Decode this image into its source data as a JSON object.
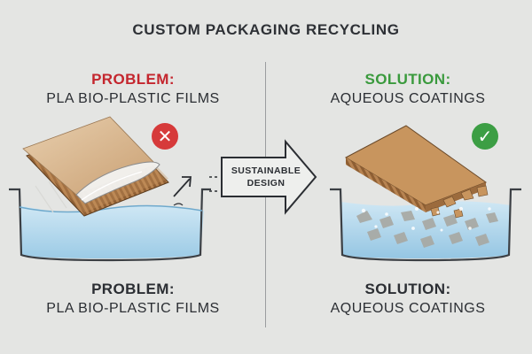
{
  "title": "CUSTOM PACKAGING RECYCLING",
  "left": {
    "heading_keyword": "PROBLEM:",
    "heading_subject": "PLA BIO-PLASTIC FILMS",
    "caption_keyword": "PROBLEM:",
    "caption_subject": "PLA BIO-PLASTIC FILMS",
    "status_icon": "x-icon"
  },
  "right": {
    "heading_keyword": "SOLUTION:",
    "heading_subject": "AQUEOUS COATINGS",
    "caption_keyword": "SOLUTION:",
    "caption_subject": "AQUEOUS COATINGS",
    "status_icon": "check-icon"
  },
  "arrow": {
    "line1": "SUSTAINABLE",
    "line2": "DESIGN"
  },
  "colors": {
    "problem": "#c4262e",
    "solution": "#3a9a3d",
    "water": "#a9d3ea",
    "cardboard": "#c8955e"
  }
}
